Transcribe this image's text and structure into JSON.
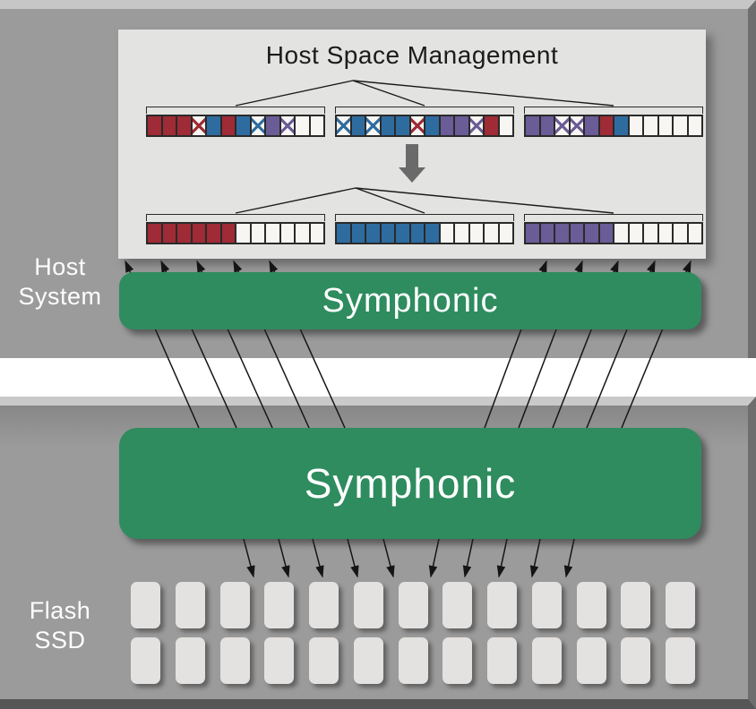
{
  "host_panel": {
    "label_lines": [
      "Host",
      "System"
    ],
    "symphonic_label": "Symphonic",
    "management_box": {
      "title": "Host Space Management",
      "arrow_icon": "down-arrow",
      "fragmented_groups": [
        [
          "red",
          "red",
          "red",
          "x-red",
          "blue",
          "red",
          "blue",
          "x-blue",
          "purple",
          "x-purple",
          "empty",
          "empty"
        ],
        [
          "x-blue",
          "blue",
          "x-blue",
          "blue",
          "blue",
          "x-red",
          "blue",
          "purple",
          "purple",
          "x-purple",
          "red",
          "empty"
        ],
        [
          "purple",
          "purple",
          "x-purple",
          "x-purple",
          "purple",
          "red",
          "blue",
          "empty",
          "empty",
          "empty",
          "empty",
          "empty"
        ]
      ],
      "compacted_groups": [
        [
          "red",
          "red",
          "red",
          "red",
          "red",
          "red",
          "empty",
          "empty",
          "empty",
          "empty",
          "empty",
          "empty"
        ],
        [
          "blue",
          "blue",
          "blue",
          "blue",
          "blue",
          "blue",
          "blue",
          "empty",
          "empty",
          "empty",
          "empty",
          "empty"
        ],
        [
          "purple",
          "purple",
          "purple",
          "purple",
          "purple",
          "purple",
          "empty",
          "empty",
          "empty",
          "empty",
          "empty",
          "empty"
        ]
      ]
    }
  },
  "ssd_panel": {
    "label_lines": [
      "Flash",
      "SSD"
    ],
    "symphonic_label": "Symphonic",
    "chip_rows": 2,
    "chips_per_row": 13
  },
  "colors": {
    "red": "#9e2b35",
    "blue": "#2e6ca0",
    "purple": "#6a5c96",
    "empty": "#f7f6f3",
    "green": "#2e8c5f",
    "panel_gray": "#9b9b9b",
    "box_gray": "#e3e3e1",
    "arrow_black": "#151515"
  }
}
